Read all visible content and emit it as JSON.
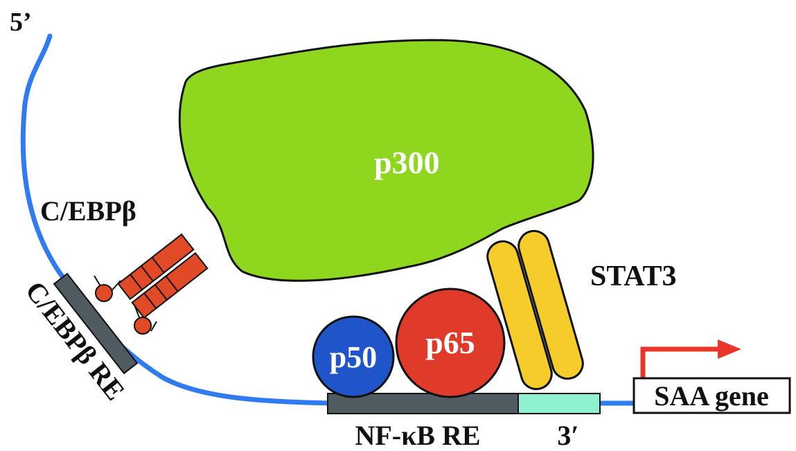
{
  "labels": {
    "five_prime": "5’",
    "three_prime": "3′",
    "cebp": "C/EBPβ",
    "cebp_re": "C/EBPβ RE",
    "p300": "p300",
    "stat3": "STAT3",
    "p50": "p50",
    "p65": "p65",
    "nfkb_re": "NF-κB RE",
    "saa_gene": "SAA gene"
  },
  "colors": {
    "dna": "#2f7bef",
    "p300": "#8fd61f",
    "stat3": "#f5cc2a",
    "p50": "#1f55c8",
    "p65": "#e03a2a",
    "cebp_dimer": "#e04a26",
    "response_element": "#4f5a61",
    "cyan_segment": "#8ff0d2",
    "arrow": "#e8372a"
  },
  "icons": {
    "transcription_start": "bent-arrow-icon"
  }
}
